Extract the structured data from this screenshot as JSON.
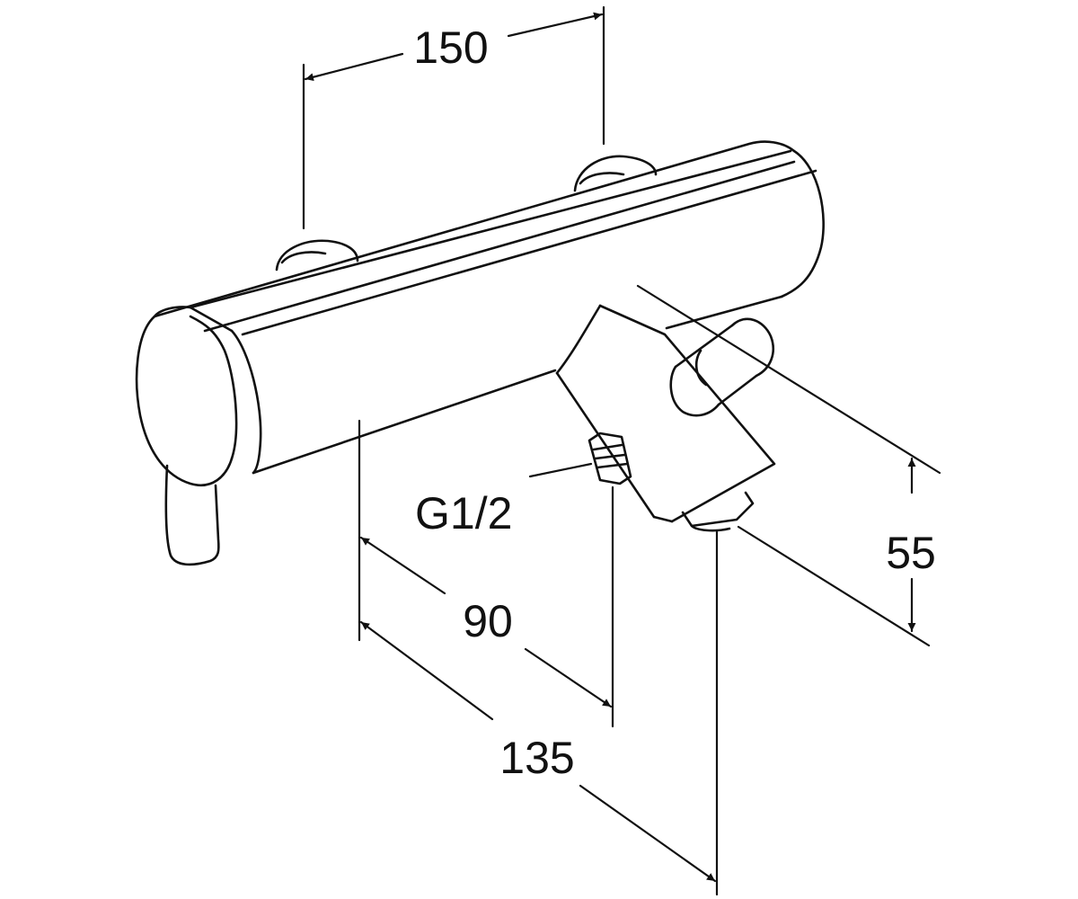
{
  "dimensions": {
    "width_label": "150",
    "outlet_depth_label": "90",
    "spout_depth_label": "135",
    "spout_height_label": "55",
    "thread_label": "G1/2"
  }
}
